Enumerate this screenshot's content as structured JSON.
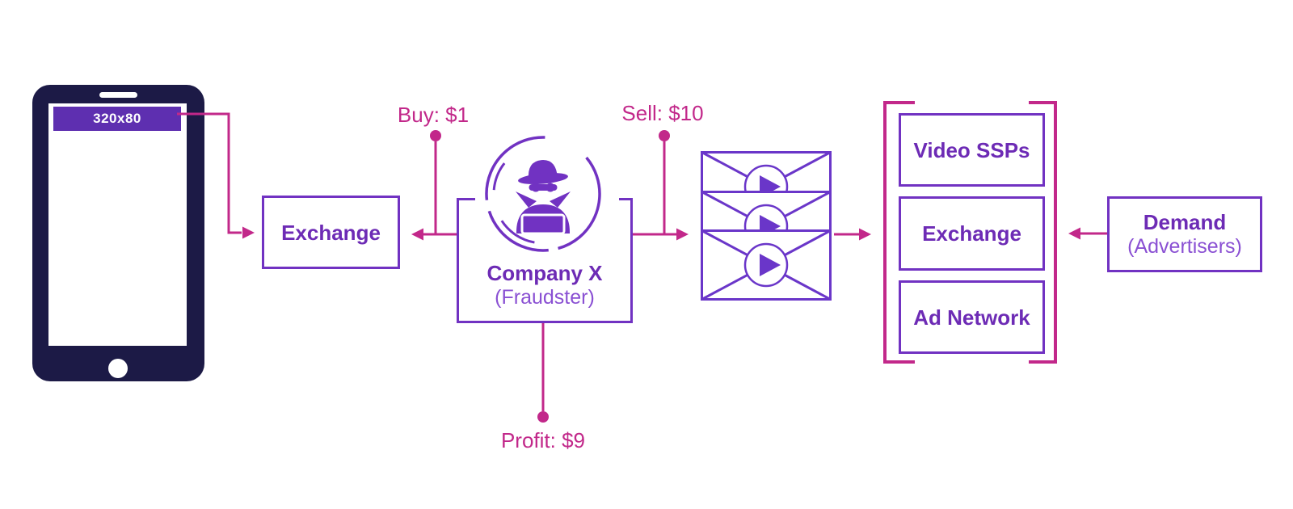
{
  "title": "Ad fraud arbitrage flow diagram",
  "colors": {
    "purple": "#7132C2",
    "purple_text": "#6D2BB5",
    "purple_light": "#8A50D3",
    "banner_purple": "#5E2FB0",
    "envelope_purple": "#6A36C9",
    "pink": "#C2288A",
    "phone_navy": "#1C1A46",
    "background": "#FFFFFF"
  },
  "phone": {
    "banner_label": "320x80"
  },
  "labels": {
    "buy": "Buy: $1",
    "sell": "Sell: $10",
    "profit": "Profit: $9"
  },
  "nodes": {
    "exchange": {
      "label": "Exchange"
    },
    "company_x": {
      "title": "Company X",
      "subtitle": "(Fraudster)"
    },
    "supply_group": {
      "items": [
        "Video SSPs",
        "Exchange",
        "Ad Network"
      ]
    },
    "demand": {
      "title": "Demand",
      "subtitle": "(Advertisers)"
    }
  },
  "icons": [
    "mobile-phone-icon",
    "ad-banner",
    "fraudster-spy-icon",
    "video-ad-envelope-icon",
    "play-icon",
    "group-brackets"
  ]
}
